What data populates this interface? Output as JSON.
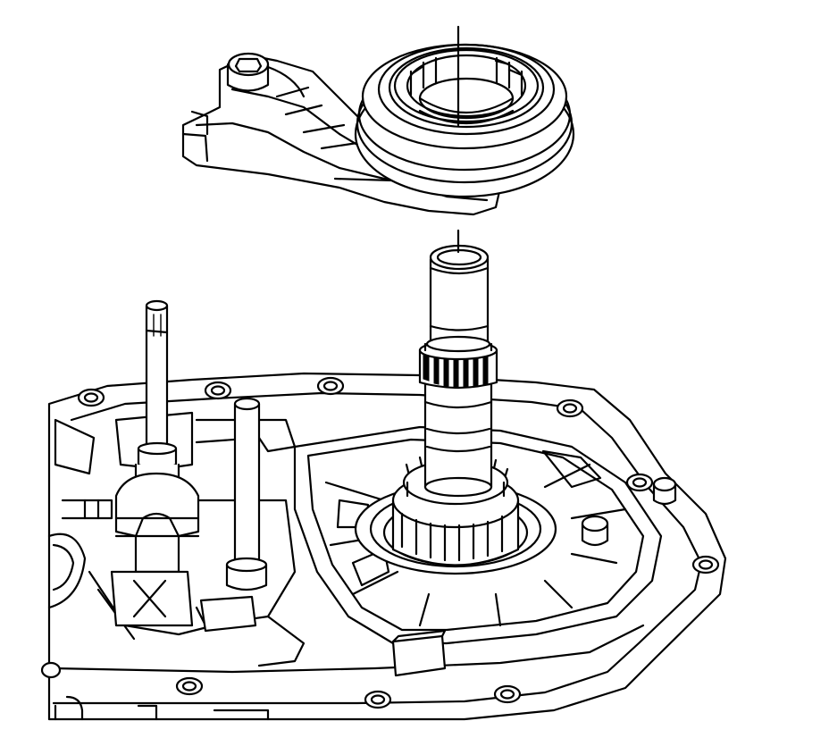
{
  "figure": {
    "kind": "technical line drawing",
    "parts": [
      "release-bearing-assembly",
      "clutch-fork-arm",
      "input-shaft",
      "shaft-spline-band",
      "shaft-gear",
      "transaxle-case",
      "bolt-boss",
      "shift-rail",
      "dowel-pin"
    ],
    "colors": {
      "ink": "#000000",
      "paper": "#ffffff"
    }
  }
}
